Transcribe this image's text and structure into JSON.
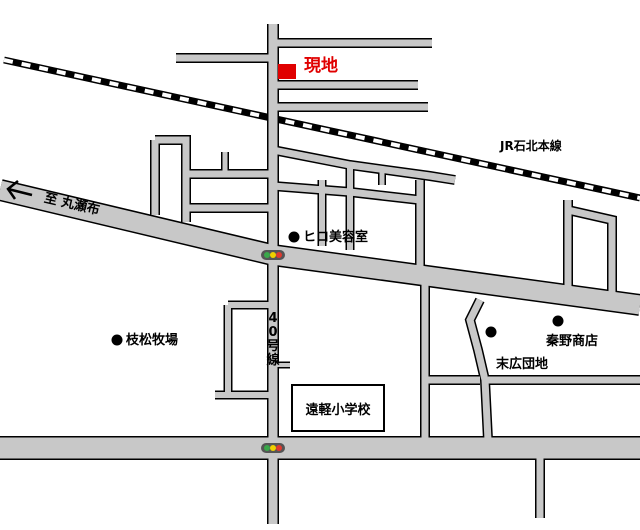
{
  "colors": {
    "road": "#c8c8c8",
    "road_edge": "#000000",
    "marker": "#e00000",
    "label_red": "#e00000",
    "signal_red": "#e03a2f",
    "signal_yellow": "#f0d000",
    "signal_green": "#3aa84a"
  },
  "labels": {
    "site": "現地",
    "railway": "JR石北本線",
    "direction": "至 丸瀬布",
    "salon": "ヒロ美容室",
    "ranch": "枝松牧場",
    "route": "40号線",
    "school": "遠軽小学校",
    "housing": "末広団地",
    "shop": "秦野商店"
  },
  "icons": {
    "site_marker": "red-square-marker",
    "landmark": "black-dot",
    "signal": "traffic-signal-icon",
    "direction_arrow": "arrow-left-icon"
  }
}
